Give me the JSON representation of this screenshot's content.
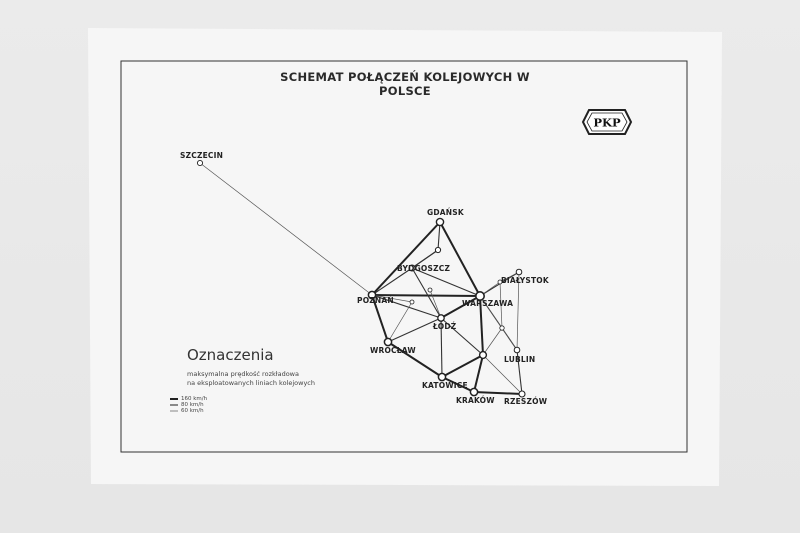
{
  "title": "SCHEMAT POŁĄCZEŃ KOLEJOWYCH W POLSCE",
  "logo": {
    "text": "PKP"
  },
  "legend": {
    "title": "Oznaczenia",
    "subtitle_line1": "maksymalna prędkość rozkładowa",
    "subtitle_line2": "na eksploatowanych liniach kolejowych",
    "items": [
      {
        "label": "160 km/h",
        "weight": "heavy"
      },
      {
        "label": "80 km/h",
        "weight": "medium"
      },
      {
        "label": "60 km/h",
        "weight": "light"
      }
    ]
  },
  "cities": {
    "szczecin": "SZCZECIN",
    "gdansk": "GDAŃSK",
    "bydgoszcz": "BYDGOSZCZ",
    "bialystok": "BIAŁYSTOK",
    "poznan": "POZNAŃ",
    "warszawa": "WARSZAWA",
    "lodz": "ŁÓDŹ",
    "wroclaw": "WROCŁAW",
    "lublin": "LUBLIN",
    "katowice": "KATOWICE",
    "krakow": "KRAKÓW",
    "rzeszow": "RZESZÓW"
  },
  "colors": {
    "line": "#222222",
    "paper": "#f7f7f7"
  }
}
